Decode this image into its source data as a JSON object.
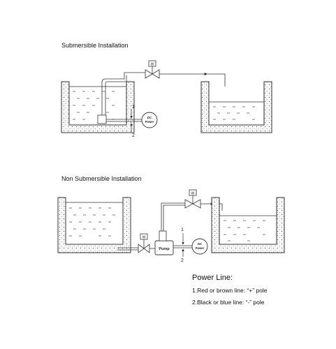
{
  "diagrams": {
    "submersible_title": "Submersible Installation",
    "non_submersible_title": "Non Submersible Installation"
  },
  "labels": {
    "dc_power": "DC Power",
    "pump": "Pump",
    "wire_1": "1",
    "wire_2": "2",
    "valve_mark": "W"
  },
  "power_line": {
    "heading": "Power Line:",
    "line1": "1.Red or brown line: “+” pole",
    "line2": "2.Black or blue line: “-” pole"
  }
}
